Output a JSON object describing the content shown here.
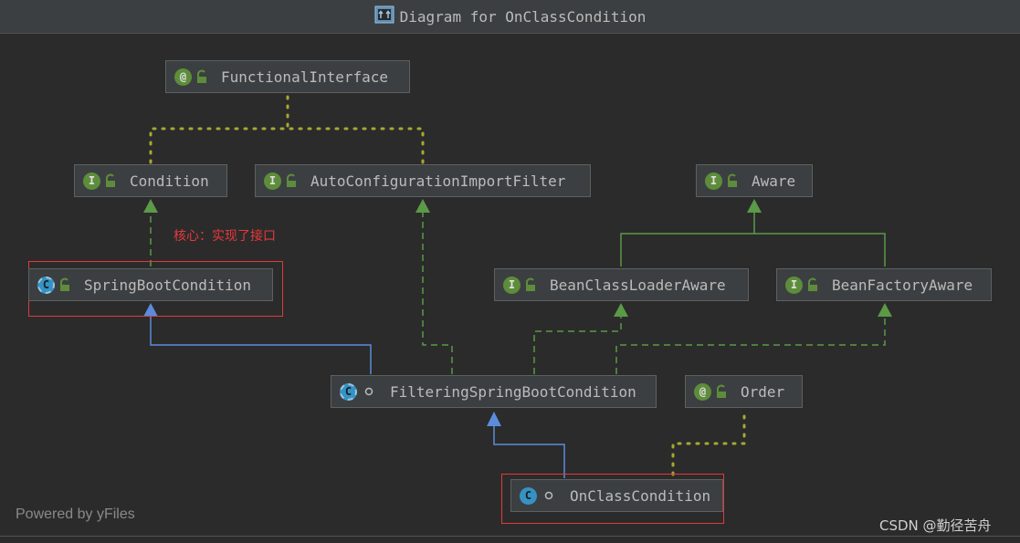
{
  "window": {
    "title": "Diagram for OnClassCondition",
    "title_icon": "diagram-icon"
  },
  "nodes": {
    "functional_interface": {
      "label": "FunctionalInterface",
      "kind": "annotation",
      "badge": "@"
    },
    "condition": {
      "label": "Condition",
      "kind": "interface",
      "badge": "I"
    },
    "auto_configuration_import_filter": {
      "label": "AutoConfigurationImportFilter",
      "kind": "interface",
      "badge": "I"
    },
    "aware": {
      "label": "Aware",
      "kind": "interface",
      "badge": "I"
    },
    "spring_boot_condition": {
      "label": "SpringBootCondition",
      "kind": "abstract-class",
      "badge": "C"
    },
    "bean_class_loader_aware": {
      "label": "BeanClassLoaderAware",
      "kind": "interface",
      "badge": "I"
    },
    "bean_factory_aware": {
      "label": "BeanFactoryAware",
      "kind": "interface",
      "badge": "I"
    },
    "filtering_spring_boot_condition": {
      "label": "FilteringSpringBootCondition",
      "kind": "abstract-class",
      "badge": "C"
    },
    "order": {
      "label": "Order",
      "kind": "annotation",
      "badge": "@"
    },
    "on_class_condition": {
      "label": "OnClassCondition",
      "kind": "class",
      "badge": "C"
    }
  },
  "annotations": {
    "core_note": "核心：实现了接口"
  },
  "footer": {
    "powered_by": "Powered by yFiles",
    "watermark": "CSDN @勤径苦舟"
  },
  "colors": {
    "background": "#2b2b2b",
    "node_fill": "#3c3f41",
    "node_border": "#5e6060",
    "interface_badge": "#5d8d3a",
    "class_badge": "#3592c4",
    "extends_edge": "#5b8cdb",
    "implements_edge": "#5b9a47",
    "annotation_edge": "#a7a832",
    "highlight": "#e23a3a"
  }
}
